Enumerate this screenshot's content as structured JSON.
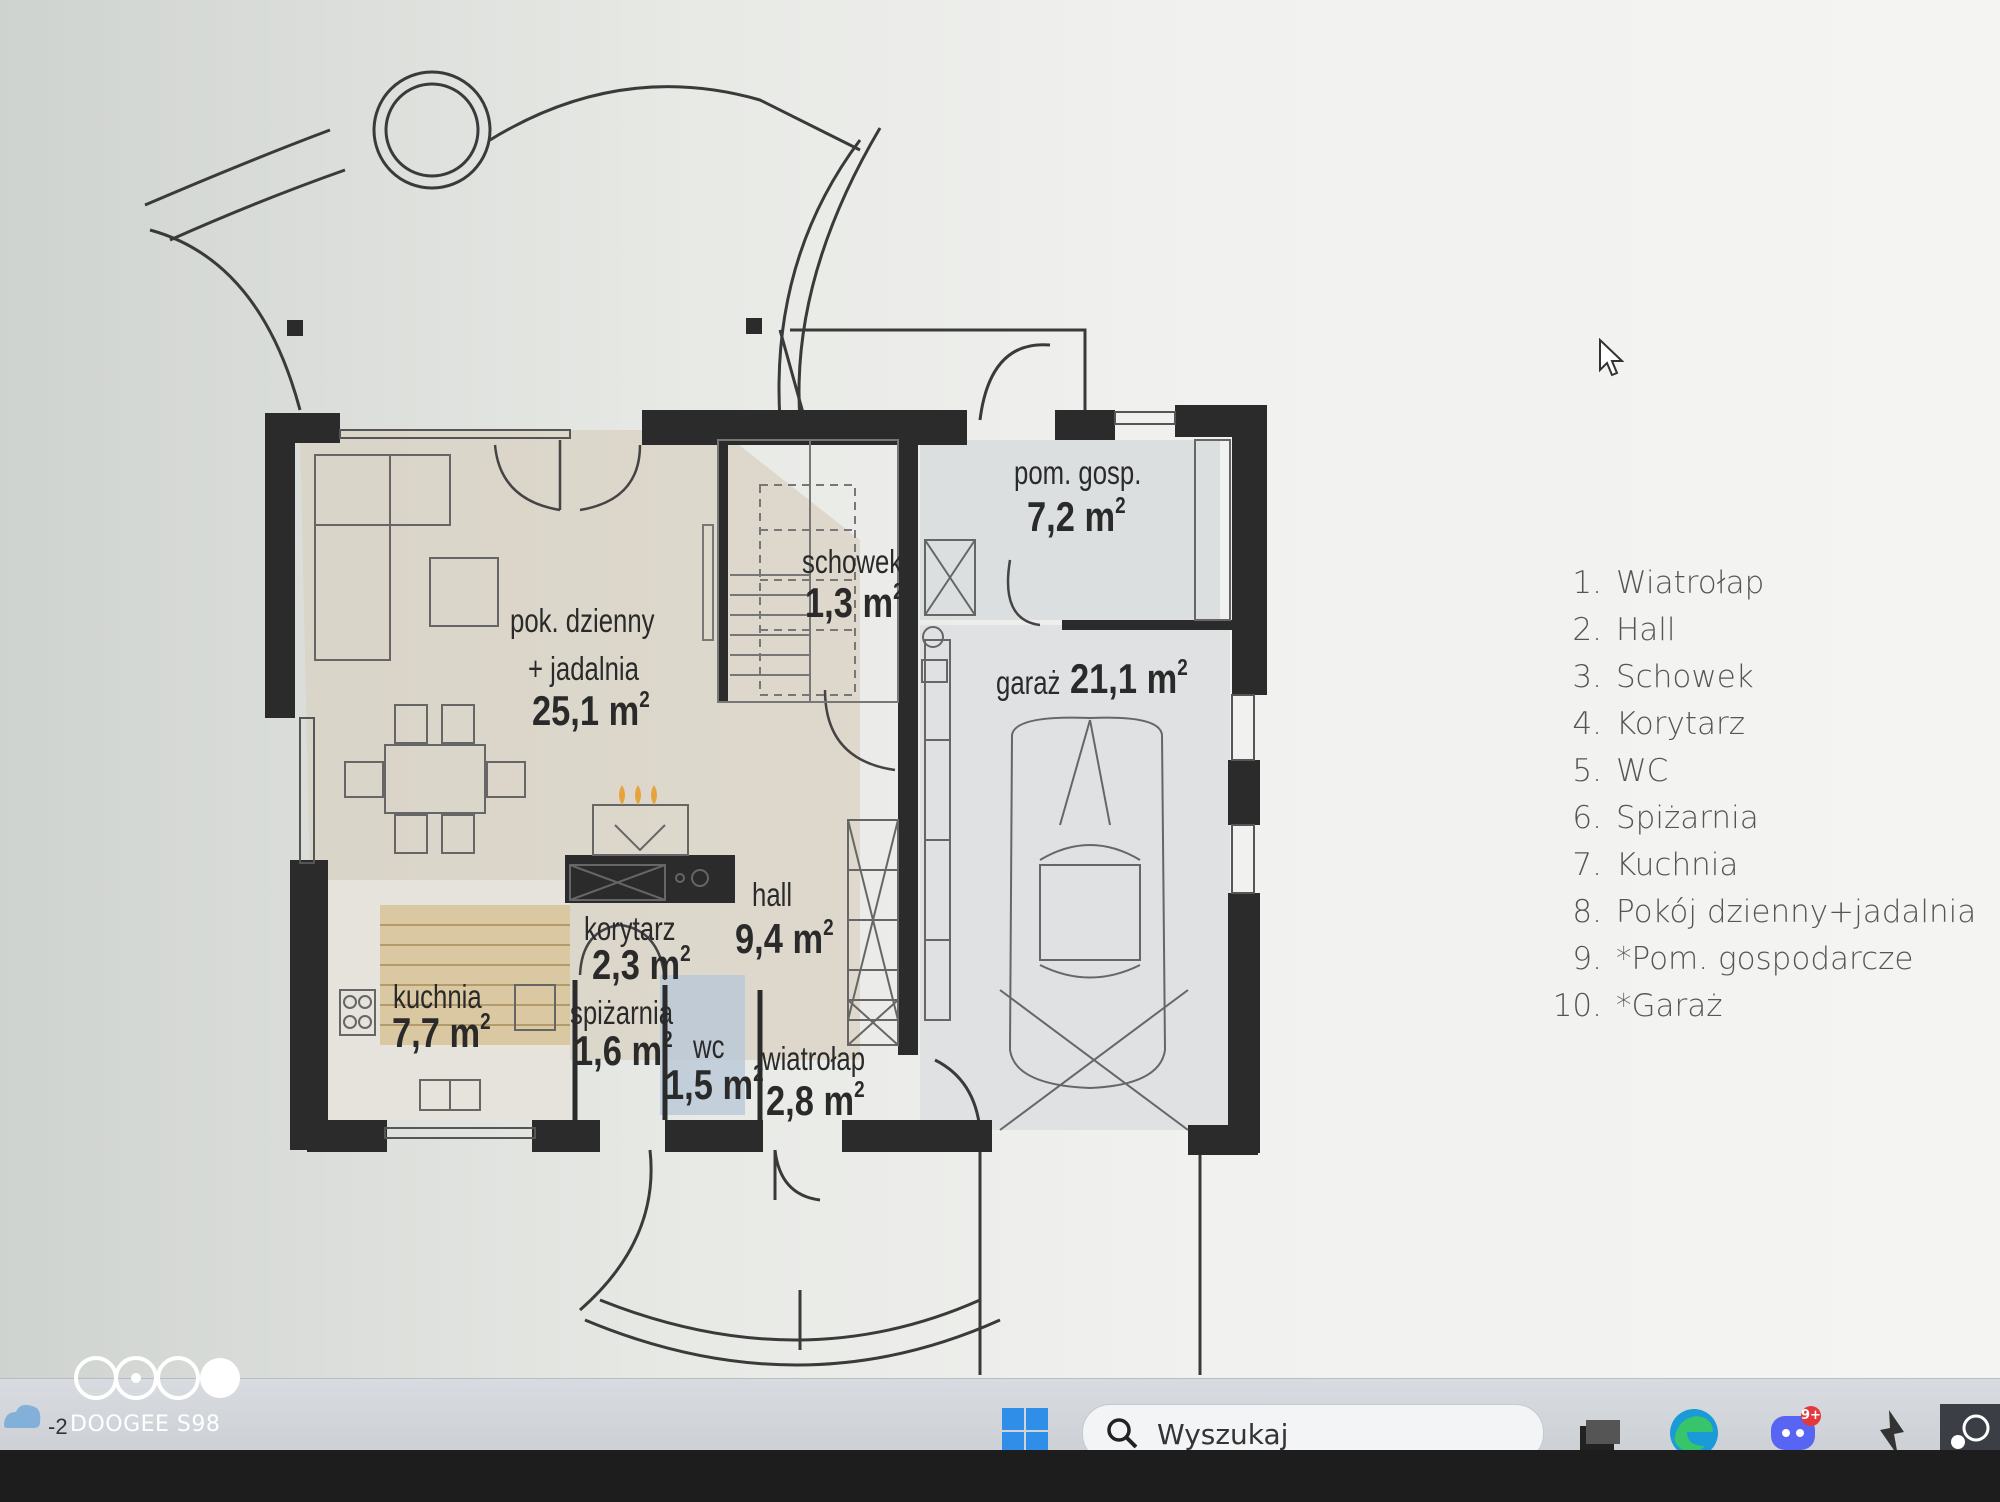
{
  "rooms": {
    "living_name_1": "pok. dzienny",
    "living_name_2": "+ jadalnia",
    "living_area": "25,1 m",
    "closet_name": "schowek",
    "closet_area": "1,3 m",
    "utility_name": "pom. gosp.",
    "utility_area": "7,2 m",
    "garage_name": "garaż",
    "garage_area": "21,1 m",
    "hall_name": "hall",
    "hall_area": "9,4 m",
    "corridor_name": "korytarz",
    "corridor_area": "2,3 m",
    "kitchen_name": "kuchnia",
    "kitchen_area": "7,7 m",
    "pantry_name": "spiżarnia",
    "pantry_area": "1,6 m",
    "wc_name": "wc",
    "wc_area": "1,5 m",
    "vestibule_name": "wiatrołap",
    "vestibule_area": "2,8 m",
    "sq": "2"
  },
  "legend": [
    {
      "num": "1.",
      "label": "Wiatrołap"
    },
    {
      "num": "2.",
      "label": "Hall"
    },
    {
      "num": "3.",
      "label": "Schowek"
    },
    {
      "num": "4.",
      "label": "Korytarz"
    },
    {
      "num": "5.",
      "label": "WC"
    },
    {
      "num": "6.",
      "label": "Spiżarnia"
    },
    {
      "num": "7.",
      "label": "Kuchnia"
    },
    {
      "num": "8.",
      "label": "Pokój dzienny+jadalnia"
    },
    {
      "num": "9.",
      "label": "*Pom. gospodarcze"
    },
    {
      "num": "10.",
      "label": "*Garaż"
    }
  ],
  "taskbar": {
    "search_placeholder": "Wyszukaj",
    "weather_partial": "-2",
    "notification_badge": "9+"
  },
  "watermark": {
    "text": "DOOGEE S98"
  },
  "colors": {
    "wall": "#2b2b2b",
    "floor_living": "#ddd6c8",
    "floor_wood": "#d8c8a4",
    "windows_blue": "#1f7bd6"
  }
}
